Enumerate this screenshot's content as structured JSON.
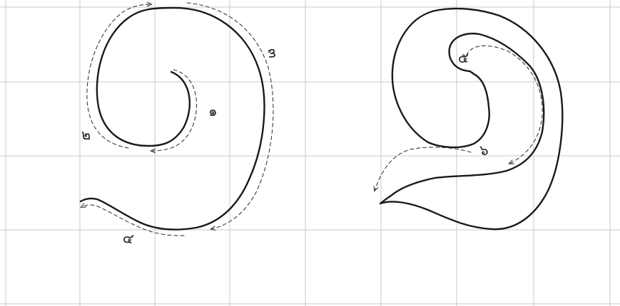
{
  "panels": [
    {
      "name": "letter-left",
      "step_labels": [
        "๑",
        "๒",
        "๓",
        "๔"
      ]
    },
    {
      "name": "letter-right",
      "step_labels": [
        "๕",
        "๖"
      ]
    }
  ],
  "colors": {
    "grid": "#c9c9c9",
    "stroke": "#1a1a1a",
    "guide": "#3a3a3a",
    "background": "#ffffff"
  }
}
